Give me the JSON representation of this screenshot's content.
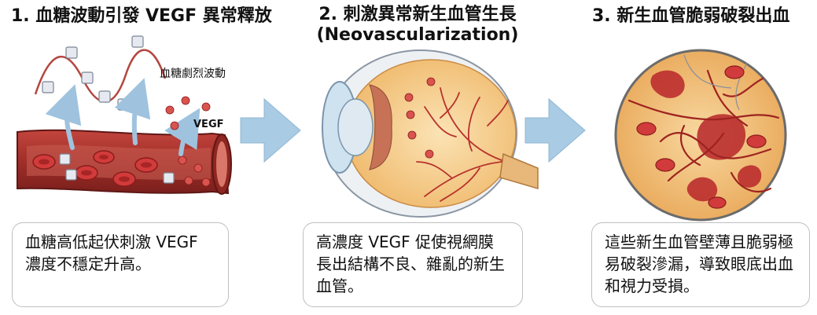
{
  "panel1": {
    "title": "1. 血糖波動引發 VEGF 異常釋放",
    "label_fluctuation": "血糖劇烈波動",
    "label_vegf": "VEGF",
    "caption": "血糖高低起伏刺激 VEGF 濃度不穩定升高。"
  },
  "panel2": {
    "title": "2. 刺激異常新生血管生長 (Neovascularization)",
    "caption": "高濃度 VEGF 促使視網膜長出結構不良、雜亂的新生血管。"
  },
  "panel3": {
    "title": "3. 新生血管脆弱破裂出血",
    "caption": "這些新生血管壁薄且脆弱極易破裂滲漏，導致眼底出血和視力受損。"
  },
  "colors": {
    "vessel": "#a8302b",
    "vessel_dark": "#7d1f1c",
    "blood_cell": "#d23b3b",
    "arrow": "#9fc3de",
    "glucose_cube": "#e6eaf0",
    "retina": "#f3c27a",
    "hemorrhage": "#b8262a"
  },
  "icons": [
    "glucose-cube-icon",
    "vegf-particle-icon",
    "red-blood-cell-icon",
    "right-arrow-icon",
    "eye-icon",
    "magnified-retina-icon"
  ]
}
